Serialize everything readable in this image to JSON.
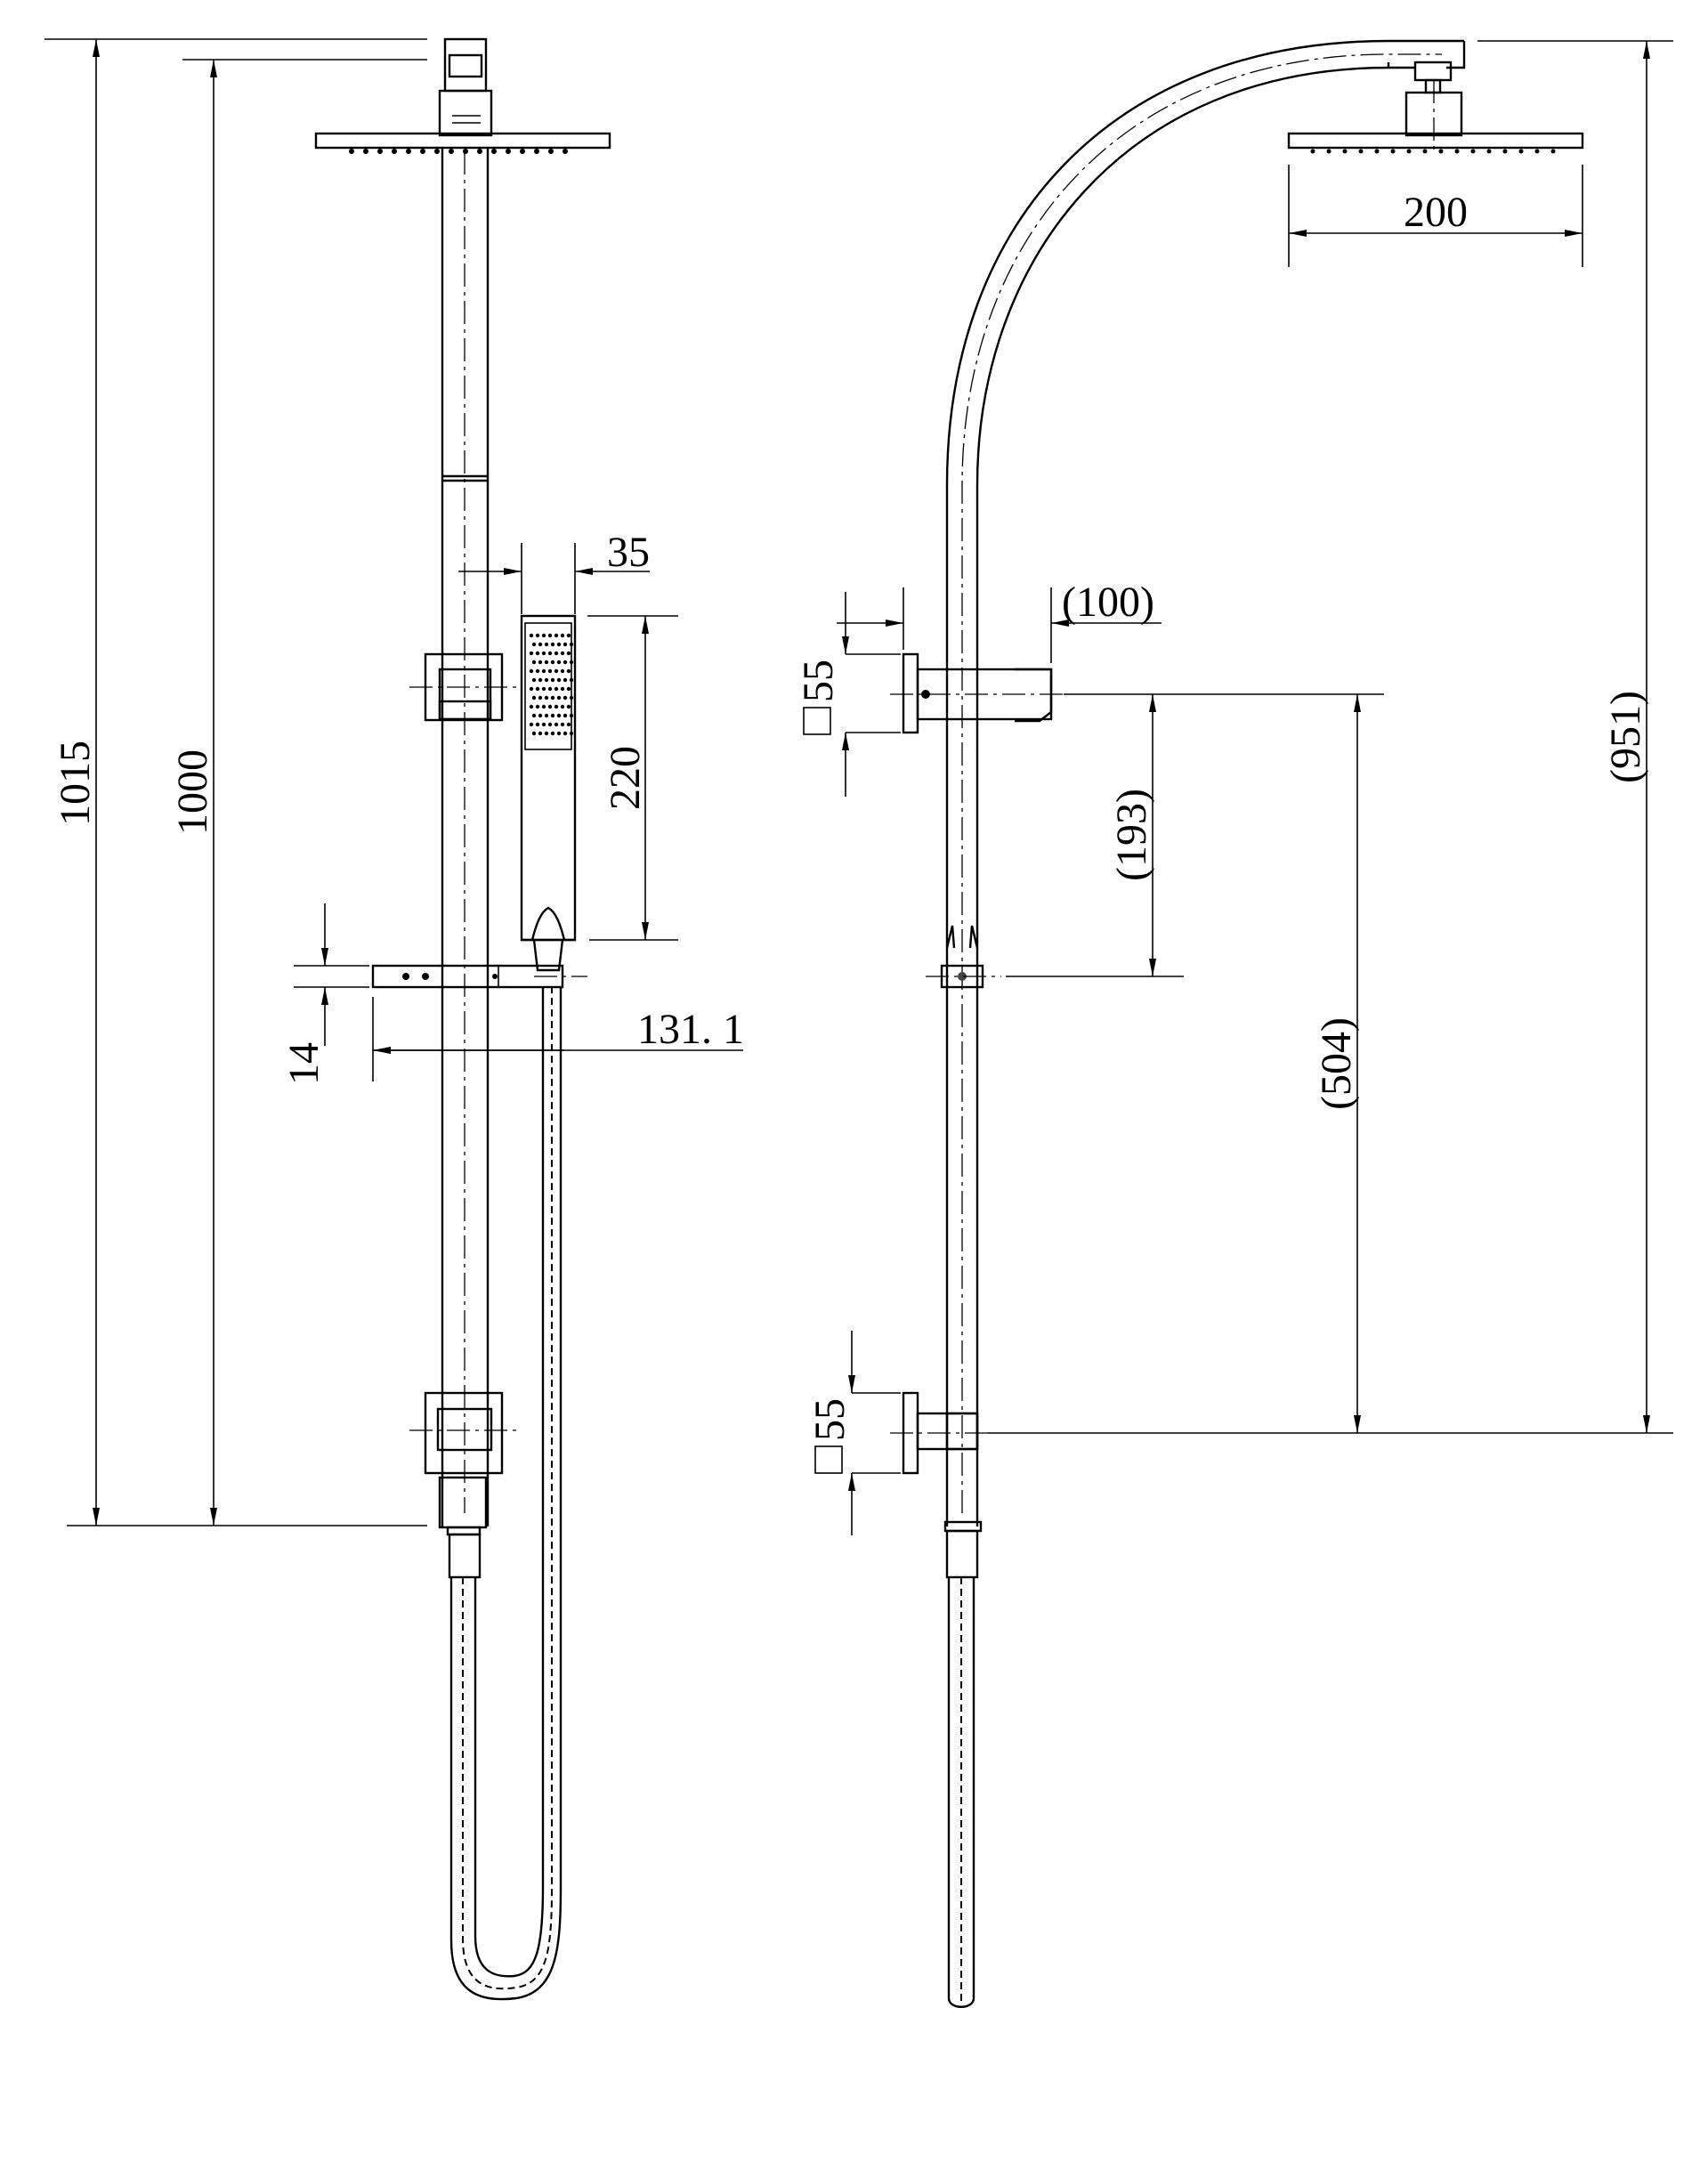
{
  "front_view": {
    "dimensions": {
      "overall_height": "1015",
      "rail_height": "1000",
      "handshower_width": "35",
      "handshower_length": "220",
      "soap_dish_thickness": "14",
      "soap_dish_depth": "131. 1"
    }
  },
  "side_view": {
    "dimensions": {
      "head_diameter": "200",
      "arm_projection": "(100)",
      "upper_flange": "55",
      "lower_flange": "55",
      "holder_spacing": "(193)",
      "bracket_spacing": "(504)",
      "head_height": "(951)"
    }
  }
}
